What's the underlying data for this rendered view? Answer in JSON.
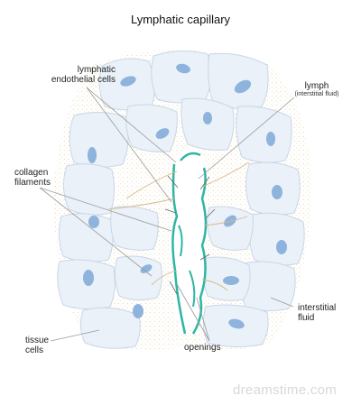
{
  "title": "Lymphatic capillary",
  "labels": {
    "lymphatic_endothelial_cells": [
      "lymphatic",
      "endothelial cells"
    ],
    "lymph": "lymph",
    "lymph_sub": "(interstitial fluid)",
    "collagen_filaments": [
      "collagen",
      "filaments"
    ],
    "interstitial_fluid": [
      "interstitial",
      "fluid"
    ],
    "tissue_cells": [
      "tissue",
      "cells"
    ],
    "openings": "openings"
  },
  "watermark": "dreamstime.com",
  "colors": {
    "tissue_cell_fill": "#eaf1f9",
    "tissue_cell_stroke": "#c9d6e6",
    "nucleus": "#8eb3dd",
    "interstitial_dots": "#e6d6a6",
    "collagen": "#2fb6a3",
    "leader_line": "#9a9a9a"
  }
}
